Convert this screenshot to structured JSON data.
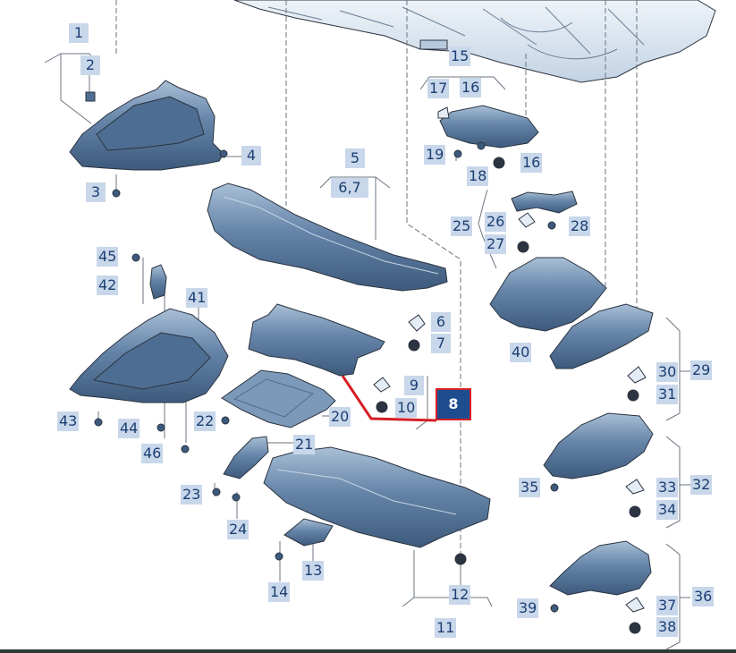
{
  "colors": {
    "part_fill": "#5f7fa3",
    "part_dark": "#3d5a7c",
    "part_light": "#a9bfd6",
    "chassis_fill": "#dde7f1",
    "line": "#2b3440",
    "leader": "#6b7480",
    "callout_bg": "#c9d7ea",
    "callout_text": "#1b3f73",
    "selected_bg": "#1e4d8f",
    "selected_border": "#d41f26"
  },
  "callouts": {
    "c1": "1",
    "c2": "2",
    "c3": "3",
    "c4": "4",
    "c5": "5",
    "c6_7": "6,7",
    "c6": "6",
    "c7": "7",
    "c8": "8",
    "c9": "9",
    "c10": "10",
    "c11": "11",
    "c12": "12",
    "c13": "13",
    "c14": "14",
    "c15": "15",
    "c16a": "16",
    "c16b": "16",
    "c17": "17",
    "c18": "18",
    "c19": "19",
    "c20": "20",
    "c21": "21",
    "c22": "22",
    "c23": "23",
    "c24": "24",
    "c25": "25",
    "c26": "26",
    "c27": "27",
    "c28": "28",
    "c29": "29",
    "c30": "30",
    "c31": "31",
    "c32": "32",
    "c33": "33",
    "c34": "34",
    "c35": "35",
    "c36": "36",
    "c37": "37",
    "c38": "38",
    "c39": "39",
    "c40": "40",
    "c41": "41",
    "c42": "42",
    "c43": "43",
    "c44": "44",
    "c45": "45",
    "c46": "46"
  }
}
